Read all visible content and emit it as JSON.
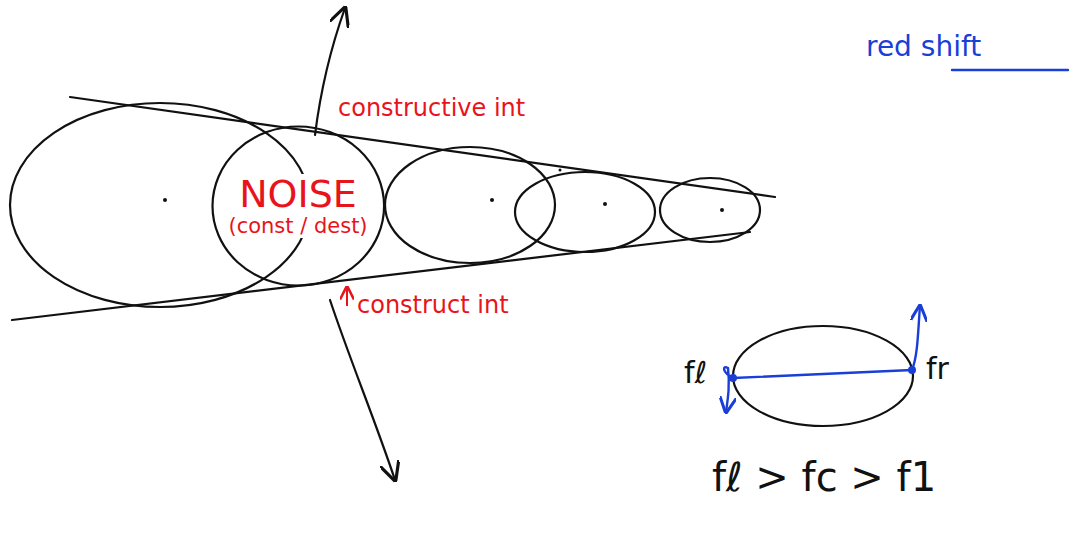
{
  "diagram": {
    "nodes": [
      {
        "text": [
          "NOISE",
          "(const / dest)"
        ]
      }
    ],
    "labels": [
      "constructive int",
      "construct int",
      "red shift",
      "fℓ",
      "fr",
      "fℓ > fc > f1"
    ]
  }
}
